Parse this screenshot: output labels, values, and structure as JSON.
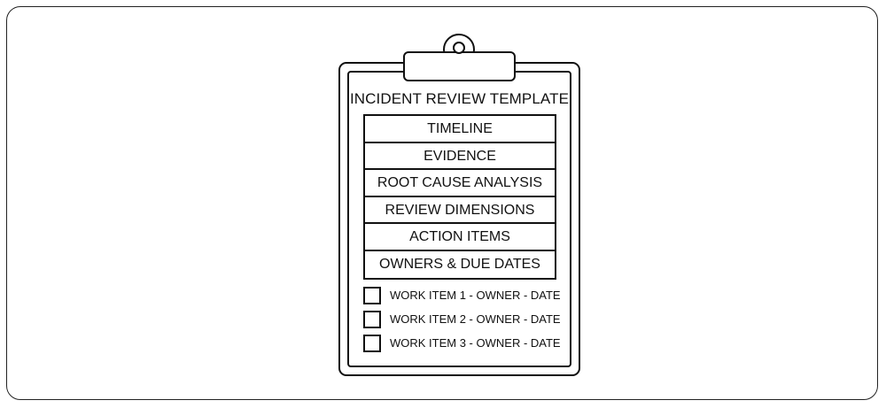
{
  "template": {
    "title": "INCIDENT REVIEW TEMPLATE",
    "sections": [
      "TIMELINE",
      "EVIDENCE",
      "ROOT CAUSE ANALYSIS",
      "REVIEW DIMENSIONS",
      "ACTION ITEMS",
      "OWNERS & DUE DATES"
    ],
    "checklist": [
      "WORK ITEM 1 - OWNER - DATE",
      "WORK ITEM 2 - OWNER - DATE",
      "WORK ITEM 3 - OWNER - DATE"
    ]
  },
  "icons": {
    "clipboard": "clipboard-icon",
    "checkbox": "checkbox-icon"
  },
  "colors": {
    "ink": "#111111",
    "background": "#ffffff"
  }
}
